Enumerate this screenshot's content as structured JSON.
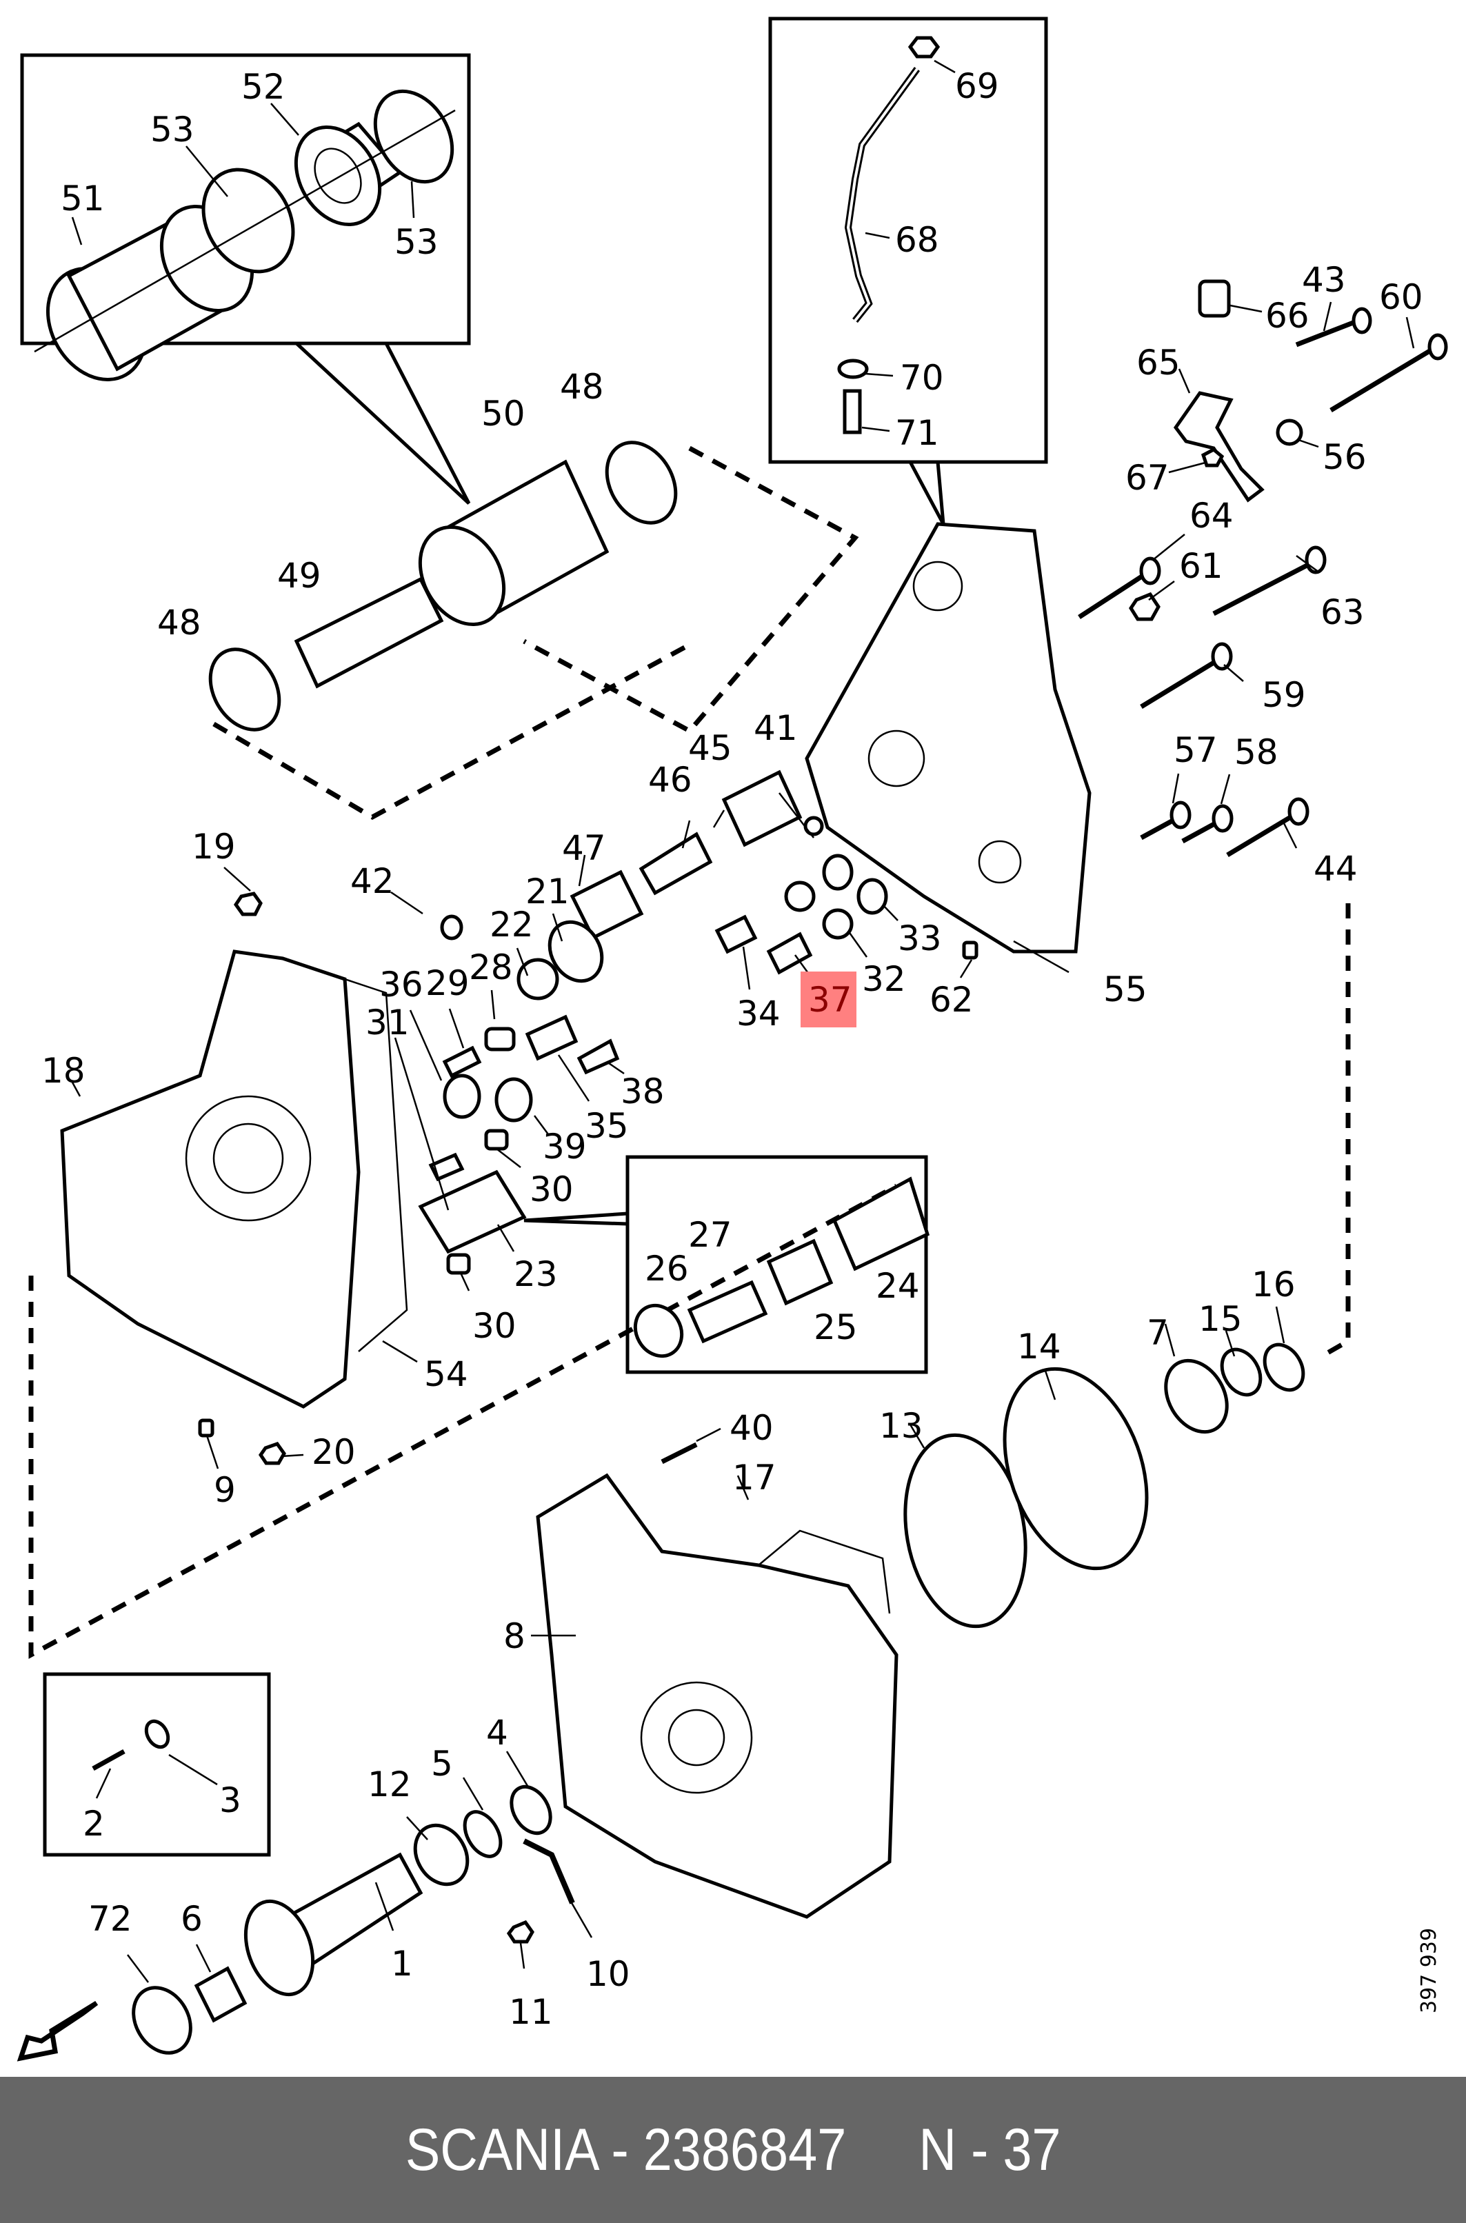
{
  "footer": {
    "brand": "SCANIA",
    "part_number": "2386847",
    "position_ref": "N - 37",
    "text": "SCANIA - 2386847     N - 37"
  },
  "drawing_number": "397 939",
  "highlight": {
    "label": "37",
    "color": "#ff8080",
    "text_color": "#8b0000"
  },
  "orientation_arrow": "front-direction-arrow",
  "callouts": {
    "c1": "1",
    "c2": "2",
    "c3": "3",
    "c4": "4",
    "c5": "5",
    "c6": "6",
    "c7": "7",
    "c8": "8",
    "c9": "9",
    "c10": "10",
    "c11": "11",
    "c12": "12",
    "c13": "13",
    "c14": "14",
    "c15": "15",
    "c16": "16",
    "c17": "17",
    "c18": "18",
    "c19": "19",
    "c20": "20",
    "c21": "21",
    "c22": "22",
    "c23": "23",
    "c24": "24",
    "c25": "25",
    "c26": "26",
    "c27": "27",
    "c28": "28",
    "c29": "29",
    "c30a": "30",
    "c30b": "30",
    "c31": "31",
    "c32": "32",
    "c33": "33",
    "c34": "34",
    "c35": "35",
    "c36": "36",
    "c37": "37",
    "c38": "38",
    "c39": "39",
    "c40": "40",
    "c41": "41",
    "c42": "42",
    "c43": "43",
    "c44": "44",
    "c45": "45",
    "c46": "46",
    "c47": "47",
    "c48a": "48",
    "c48b": "48",
    "c49": "49",
    "c50": "50",
    "c51": "51",
    "c52": "52",
    "c53a": "53",
    "c53b": "53",
    "c54": "54",
    "c55": "55",
    "c56": "56",
    "c57": "57",
    "c58": "58",
    "c59": "59",
    "c60": "60",
    "c61": "61",
    "c62": "62",
    "c63": "63",
    "c64": "64",
    "c65": "65",
    "c66": "66",
    "c67": "67",
    "c68": "68",
    "c69": "69",
    "c70": "70",
    "c71": "71",
    "c72": "72"
  }
}
